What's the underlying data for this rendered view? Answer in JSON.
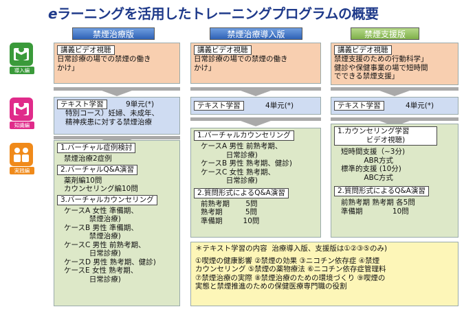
{
  "title_prefix": "e",
  "title_main": "ラーニングを活用したトレーニングプログラムの概要",
  "columns": {
    "col1_header": "禁煙治療版",
    "col2_header": "禁煙治療導入版",
    "col3_header": "禁煙支援版"
  },
  "sidebar": {
    "intro": "導入編",
    "knowledge": "知識編",
    "practice": "実践編"
  },
  "col1": {
    "lecture_tag": "講義ビデオ視聴",
    "lecture_text": [
      "日常診療の場での禁煙の働き",
      "かけ」"
    ],
    "text_tag": "テキスト学習",
    "text_units": "9単元(*)",
    "text_note": [
      "特別コース）妊婦、未成年、",
      "精神疾患に対する禁煙治療"
    ],
    "practice_items": [
      {
        "tag": "1.バーチャル症例検討"
      },
      {
        "text": "禁煙治療2症例"
      },
      {
        "tag": "2.バーチャルQ&A演習"
      },
      {
        "text": "薬剤編10問"
      },
      {
        "text": "カウンセリング編10問"
      },
      {
        "tag": "3.バーチャルカウンセリング"
      }
    ],
    "cases": [
      "ケースA 女性 準備期、",
      "           禁煙治療)",
      "ケースB 男性 準備期、",
      "           禁煙治療)",
      "ケースC 男性 前熟考期、",
      "           日常診療)",
      "ケースD 男性 熟考期、健診)",
      "ケースE 女性 熟考期、",
      "           日常診療)"
    ]
  },
  "col2": {
    "lecture_tag": "講義ビデオ視聴",
    "lecture_text": [
      "日常診療の場での禁煙の働き",
      "かけ」"
    ],
    "text_tag": "テキスト学習",
    "text_units": "4単元(*)",
    "practice_tag1": "1.バーチャルカウンセリング",
    "cases": [
      "ケースA 男性 前熟考期、",
      "           日常診療)",
      "ケースB 男性 熟考期、健診)",
      "ケースC 女性 熟考期、",
      "           日常診療)"
    ],
    "practice_tag2": "2.質問形式によるQ&A演習",
    "qa": [
      "前熟考期       5問",
      "熟考期          5問",
      "準備期         10問"
    ]
  },
  "col3": {
    "lecture_tag": "講義ビデオ視聴",
    "lecture_text": [
      "禁煙支援のための行動科学」",
      "健診や保健事業の場で短時間",
      "でできる禁煙支援」"
    ],
    "text_tag": "テキスト学習",
    "text_units": "4単元(*)",
    "practice_tag1": "1.カウンセリング学習",
    "practice_tag1_sub": "ビデオ視聴)",
    "support": [
      "短時間支援（~3分)",
      "          ABR方式",
      "標準的支援 (10分)",
      "          ABC方式"
    ],
    "practice_tag2": "2.質問形式によるQ&A演習",
    "qa": [
      "前熟考期 熟考期 各5問",
      "準備期             10問"
    ]
  },
  "footnote": {
    "heading": "＊テキスト学習の内容  治療導入版、支援版は①②③⑤のみ)",
    "lines": [
      "①喫煙の健康影響 ②禁煙の効果 ③ニコチン依存症 ④禁煙",
      "カウンセリング ⑤禁煙の薬物療法 ⑥ニコチン依存症管理料",
      "⑦禁煙治療の実際 ⑧禁煙治療のための環境づくり ⑨喫煙の",
      "実態と禁煙推進のための保健医療専門職の役割"
    ]
  },
  "colors": {
    "title": "#1f3a8a",
    "intro_icon": "#3a9a3a",
    "knowledge_icon": "#e02b8a",
    "practice_icon": "#f08a1a",
    "lecture_bg": "#f8cfb0",
    "text_bg": "#cfdcf2",
    "practice_bg": "#dde8c8",
    "footnote_bg": "#fdf6b8"
  }
}
